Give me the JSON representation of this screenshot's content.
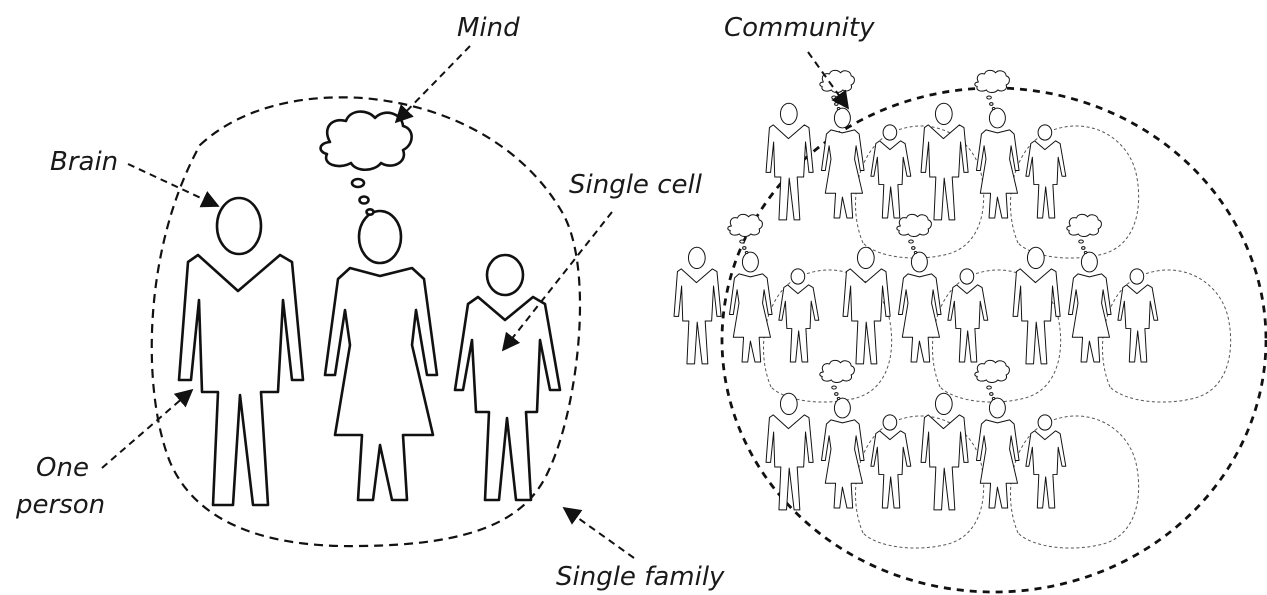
{
  "labels": {
    "mind": "Mind",
    "community": "Community",
    "brain": "Brain",
    "single_cell": "Single cell",
    "one_person_line1": "One",
    "one_person_line2": "person",
    "single_family": "Single family"
  },
  "community": {
    "family_count": 7
  },
  "colors": {
    "ink": "#111111",
    "background": "#ffffff"
  }
}
